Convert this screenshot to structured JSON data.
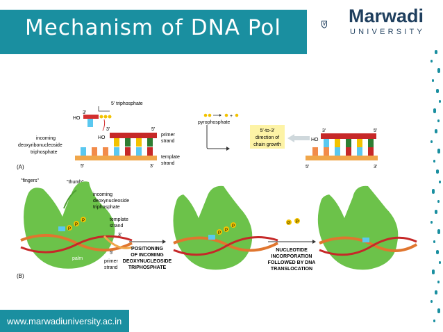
{
  "slide": {
    "title": "Mechanism of DNA Pol",
    "footer_url": "www.marwadiuniversity.ac.in"
  },
  "brand": {
    "name": "Marwadi",
    "subtitle": "UNIVERSITY"
  },
  "panel_a": {
    "tag": "(A)",
    "five_triphosphate": "5′ triphosphate",
    "three_prime": "3′",
    "ho": "HO",
    "incoming_label_1": "incoming",
    "incoming_label_2": "deoxyribonucleoside",
    "incoming_label_3": "triphosphate",
    "primer_label_1": "primer",
    "primer_label_2": "strand",
    "template_label_1": "template",
    "template_label_2": "strand",
    "five_prime": "5′",
    "pyrophosphate": "pyrophosphate",
    "direction_1": "5′-to-3′",
    "direction_2": "direction of",
    "direction_3": "chain growth"
  },
  "panel_b": {
    "tag": "(B)",
    "fingers": "\"fingers\"",
    "thumb": "\"thumb\"",
    "incoming_1": "incoming",
    "incoming_2": "deoxynucleoside",
    "incoming_3": "triphosphate",
    "template_1": "template",
    "template_2": "strand",
    "three_prime": "3′",
    "five_prime": "5′",
    "palm": "palm",
    "primer_1": "primer",
    "primer_2": "strand",
    "step1_1": "POSITIONING",
    "step1_2": "OF INCOMING",
    "step1_3": "DEOXYNUCLEOSIDE",
    "step1_4": "TRIPHOSPHATE",
    "step2_1": "NUCLEOTIDE",
    "step2_2": "INCORPORATION",
    "step2_3": "FOLLOWED BY DNA",
    "step2_4": "TRANSLOCATION",
    "p_glyph": "P"
  }
}
